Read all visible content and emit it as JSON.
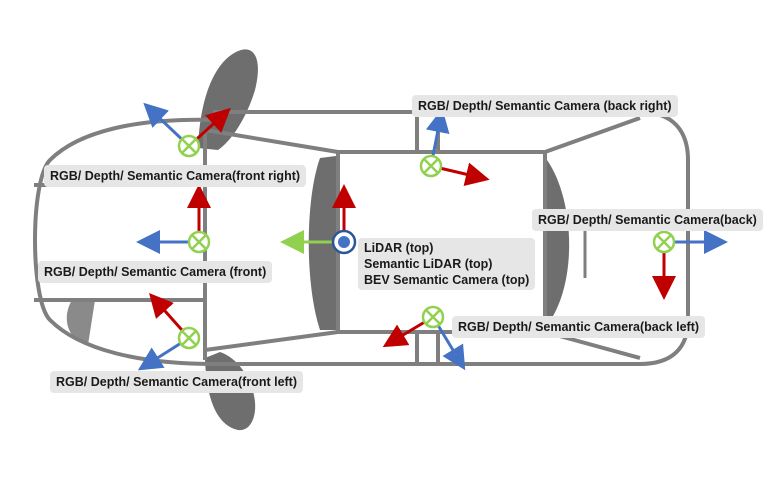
{
  "labels": {
    "front_right": "RGB/ Depth/ Semantic Camera(front right)",
    "front": "RGB/ Depth/ Semantic Camera (front)",
    "front_left": "RGB/ Depth/ Semantic Camera(front left)",
    "back_right": "RGB/ Depth/ Semantic Camera (back right)",
    "back": "RGB/ Depth/ Semantic Camera(back)",
    "back_left": "RGB/ Depth/ Semantic Camera(back left)",
    "top": [
      "LiDAR (top)",
      "Semantic LiDAR (top)",
      "BEV Semantic Camera (top)"
    ]
  },
  "colors": {
    "car_outline": "#7f7f7f",
    "tire": "#6e6e6e",
    "x_axis": "#c00000",
    "y_axis": "#4472c4",
    "sensor_ring": "#92d050",
    "lidar_ring": "#2f5597",
    "lidar_dot": "#4472c4",
    "lidar_arrow": "#92d050",
    "label_bg": "#e6e6e6"
  },
  "icons": {
    "camera_marker": "circle-cross-icon",
    "lidar_marker": "circle-dot-icon"
  }
}
